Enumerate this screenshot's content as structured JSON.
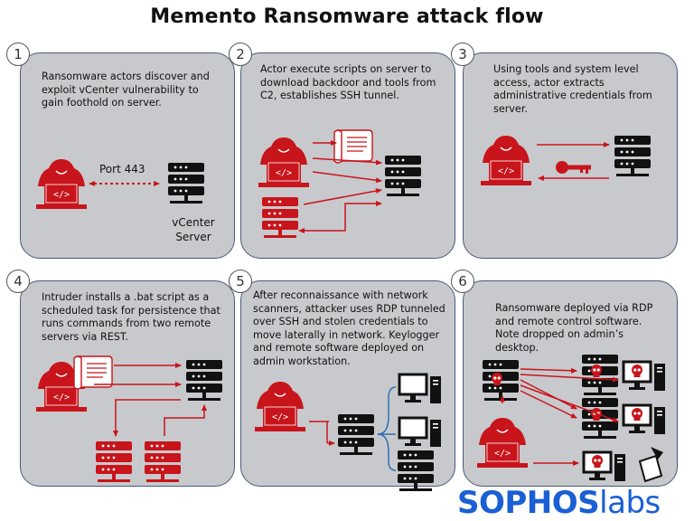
{
  "title": "Memento Ransomware attack flow",
  "steps": [
    {
      "num": "1",
      "text": "Ransomware actors discover and exploit vCenter vulnerability to gain foothold on server."
    },
    {
      "num": "2",
      "text": "Actor execute scripts on server to download backdoor and tools from C2, establishes SSH tunnel."
    },
    {
      "num": "3",
      "text": "Using tools and system level access, actor extracts administrative credentials from server."
    },
    {
      "num": "4",
      "text": "Intruder installs a .bat script as a scheduled task for persistence that runs commands from two remote servers via REST."
    },
    {
      "num": "5",
      "text": "After reconnaissance with network scanners, attacker uses RDP tunneled over SSH and stolen credentials to move laterally in network. Keylogger and remote software deployed on admin workstation."
    },
    {
      "num": "6",
      "text": "Ransomware deployed via RDP and remote control software. Note dropped on admin’s desktop."
    }
  ],
  "labels": {
    "port": "Port 443",
    "vcenter": "vCenter\nServer"
  },
  "logo": {
    "part1": "SOPHOS",
    "part2": "labs"
  },
  "colors": {
    "accent": "#c8141b",
    "panel": "#c8c9cc",
    "border": "#4a5a78",
    "brand": "#1a5fd4"
  }
}
